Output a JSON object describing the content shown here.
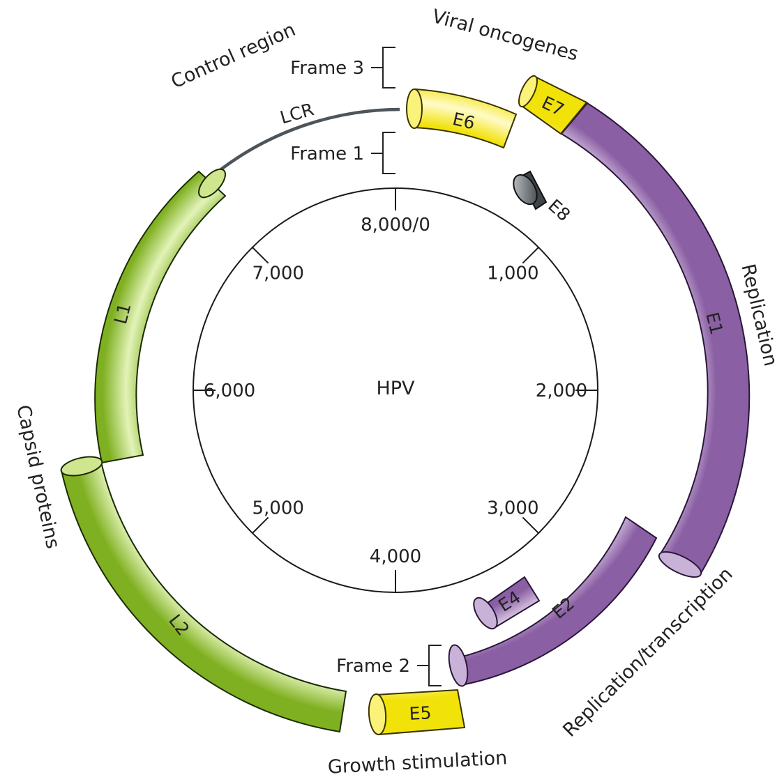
{
  "center_label": "HPV",
  "ticks": [
    {
      "angle": 0,
      "label": "8,000/0"
    },
    {
      "angle": 45,
      "label": "1,000"
    },
    {
      "angle": 90,
      "label": "2,000"
    },
    {
      "angle": 135,
      "label": "3,000"
    },
    {
      "angle": 180,
      "label": "4,000"
    },
    {
      "angle": 225,
      "label": "5,000"
    },
    {
      "angle": 270,
      "label": "6,000"
    },
    {
      "angle": 315,
      "label": "7,000"
    }
  ],
  "genes": [
    {
      "name": "E6",
      "color": "#f5ea18"
    },
    {
      "name": "E7",
      "color": "#f5ea18"
    },
    {
      "name": "E1",
      "color": "#a982bd"
    },
    {
      "name": "E8",
      "color": "#8d9296"
    },
    {
      "name": "E2",
      "color": "#a982bd"
    },
    {
      "name": "E4",
      "color": "#a982bd"
    },
    {
      "name": "E5",
      "color": "#f5ea18"
    },
    {
      "name": "L2",
      "color": "#9fcc3b"
    },
    {
      "name": "L1",
      "color": "#9fcc3b"
    }
  ],
  "lcr": {
    "label": "LCR",
    "color": "#4d545a"
  },
  "frames": {
    "frame3": "Frame 3",
    "frame1": "Frame 1",
    "frame2": "Frame 2"
  },
  "functions": {
    "control_region": "Control region",
    "viral_oncogenes": "Viral oncogenes",
    "replication": "Replication",
    "replication_transcription": "Replication/transcription",
    "growth_stimulation": "Growth stimulation",
    "capsid_proteins": "Capsid proteins"
  }
}
